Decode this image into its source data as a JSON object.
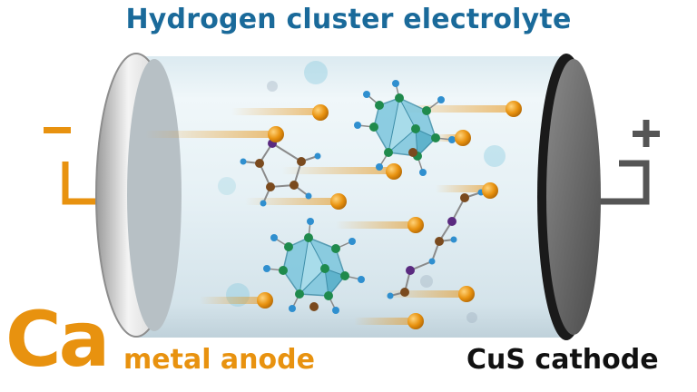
{
  "title": "Hydrogen cluster electrolyte",
  "anode": {
    "symbol": "Ca",
    "label": "metal anode",
    "terminal_sign": "−"
  },
  "cathode": {
    "label": "CuS cathode",
    "terminal_sign": "+"
  },
  "colors": {
    "title": "#1a6a9a",
    "anode_accent": "#e8920f",
    "cathode_accent": "#555555",
    "ion": "#e8920f",
    "cluster": "#7cc6dd",
    "boron": "#1f8a4c",
    "hydrogen": "#2f8fcf",
    "carbon": "#7a4a1e",
    "iodine": "#5a2a80"
  }
}
